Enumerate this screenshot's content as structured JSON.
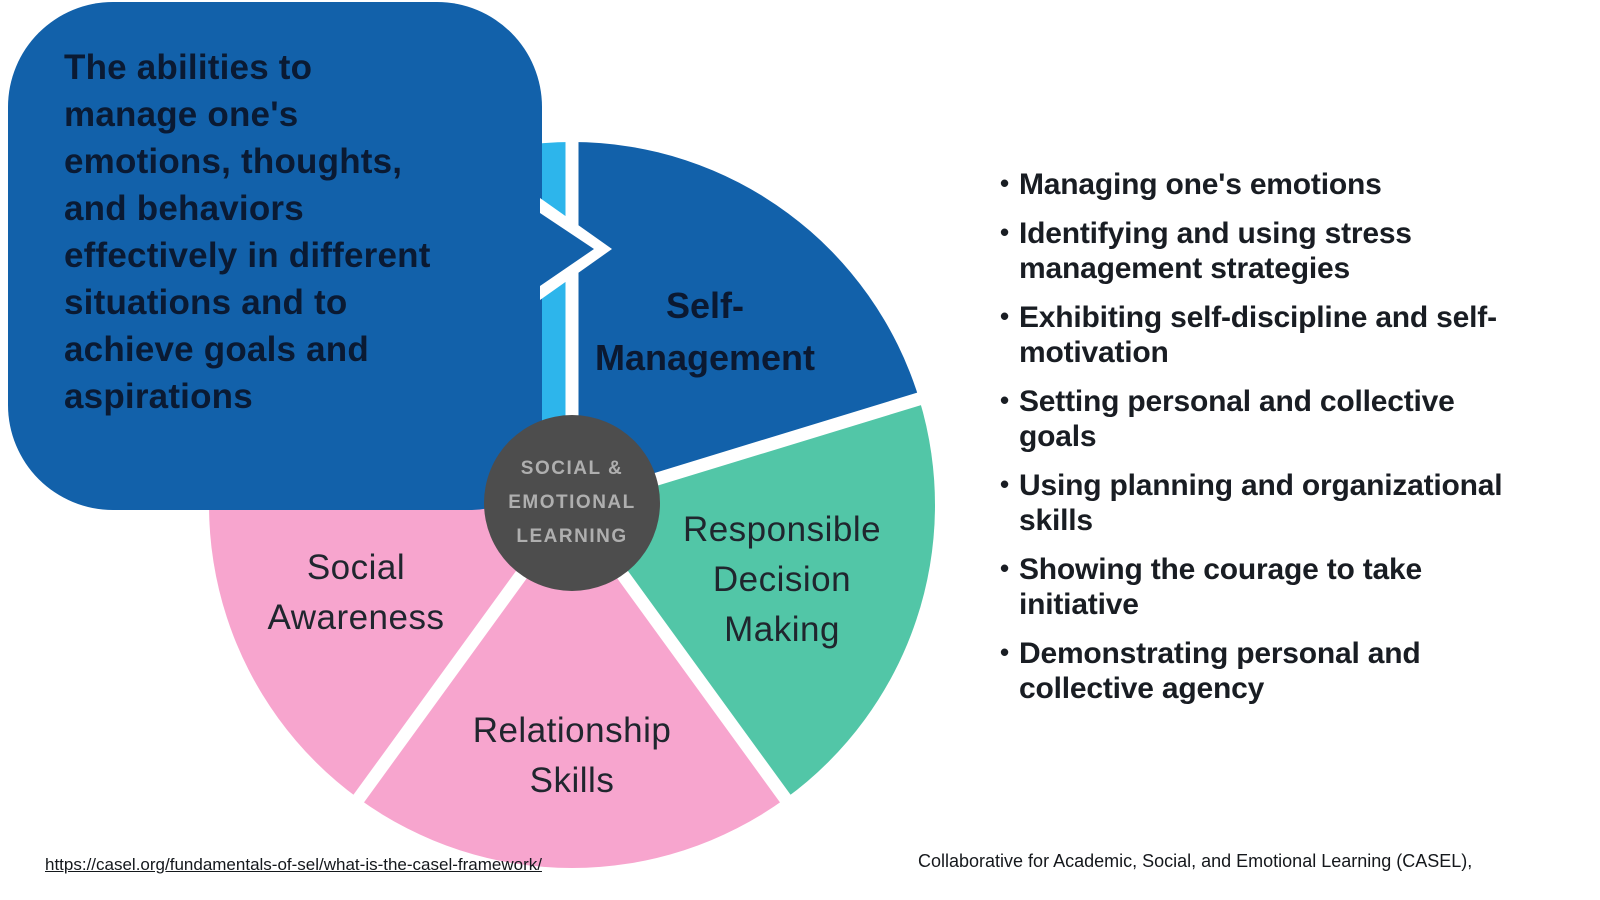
{
  "slide": {
    "bubble": {
      "lines": [
        "The abilities to",
        "manage one's",
        "emotions, thoughts,",
        "and behaviors",
        "effectively in different",
        "situations and to",
        "achieve goals and",
        "aspirations"
      ],
      "bg_color": "#1261AA",
      "text_color": "#0A1A33"
    },
    "wheel": {
      "center_label": {
        "lines": [
          "SOCIAL &",
          "EMOTIONAL",
          "LEARNING"
        ],
        "bg_color": "#4D4D4D",
        "text_color": "#AFAFAF"
      },
      "separator_color": "#FFFFFF",
      "segments": [
        {
          "name": "self-management",
          "label_lines": [
            "Self-",
            "Management"
          ],
          "color": "#1261AA",
          "start_deg": 0,
          "end_deg": 73
        },
        {
          "name": "responsible-decision-making",
          "label_lines": [
            "Responsible",
            "Decision",
            "Making"
          ],
          "color": "#52C6A7",
          "start_deg": 73,
          "end_deg": 144
        },
        {
          "name": "relationship-skills",
          "label_lines": [
            "Relationship",
            "Skills"
          ],
          "color": "#F7A5CE",
          "start_deg": 144,
          "end_deg": 216
        },
        {
          "name": "social-awareness",
          "label_lines": [
            "Social",
            "Awareness"
          ],
          "color": "#F7A5CE",
          "start_deg": 216,
          "end_deg": 288
        },
        {
          "name": "segment-hidden-behind-bubble",
          "label_lines": [],
          "color": "#2DB5EB",
          "start_deg": 288,
          "end_deg": 360
        }
      ]
    },
    "bullet_glyph": "•",
    "bullets": [
      {
        "lines": [
          "Managing one's emotions"
        ]
      },
      {
        "lines": [
          "Identifying and using stress",
          "management strategies"
        ]
      },
      {
        "lines": [
          "Exhibiting self-discipline and self-",
          "motivation"
        ]
      },
      {
        "lines": [
          "Setting personal and collective",
          "goals"
        ]
      },
      {
        "lines": [
          "Using planning and organizational",
          "skills"
        ]
      },
      {
        "lines": [
          "Showing the courage to take",
          "initiative"
        ]
      },
      {
        "lines": [
          "Demonstrating personal and",
          "collective agency"
        ]
      }
    ],
    "footer": {
      "link": "https://casel.org/fundamentals-of-sel/what-is-the-casel-framework/",
      "credit": "Collaborative for Academic, Social, and Emotional Learning (CASEL),"
    }
  }
}
